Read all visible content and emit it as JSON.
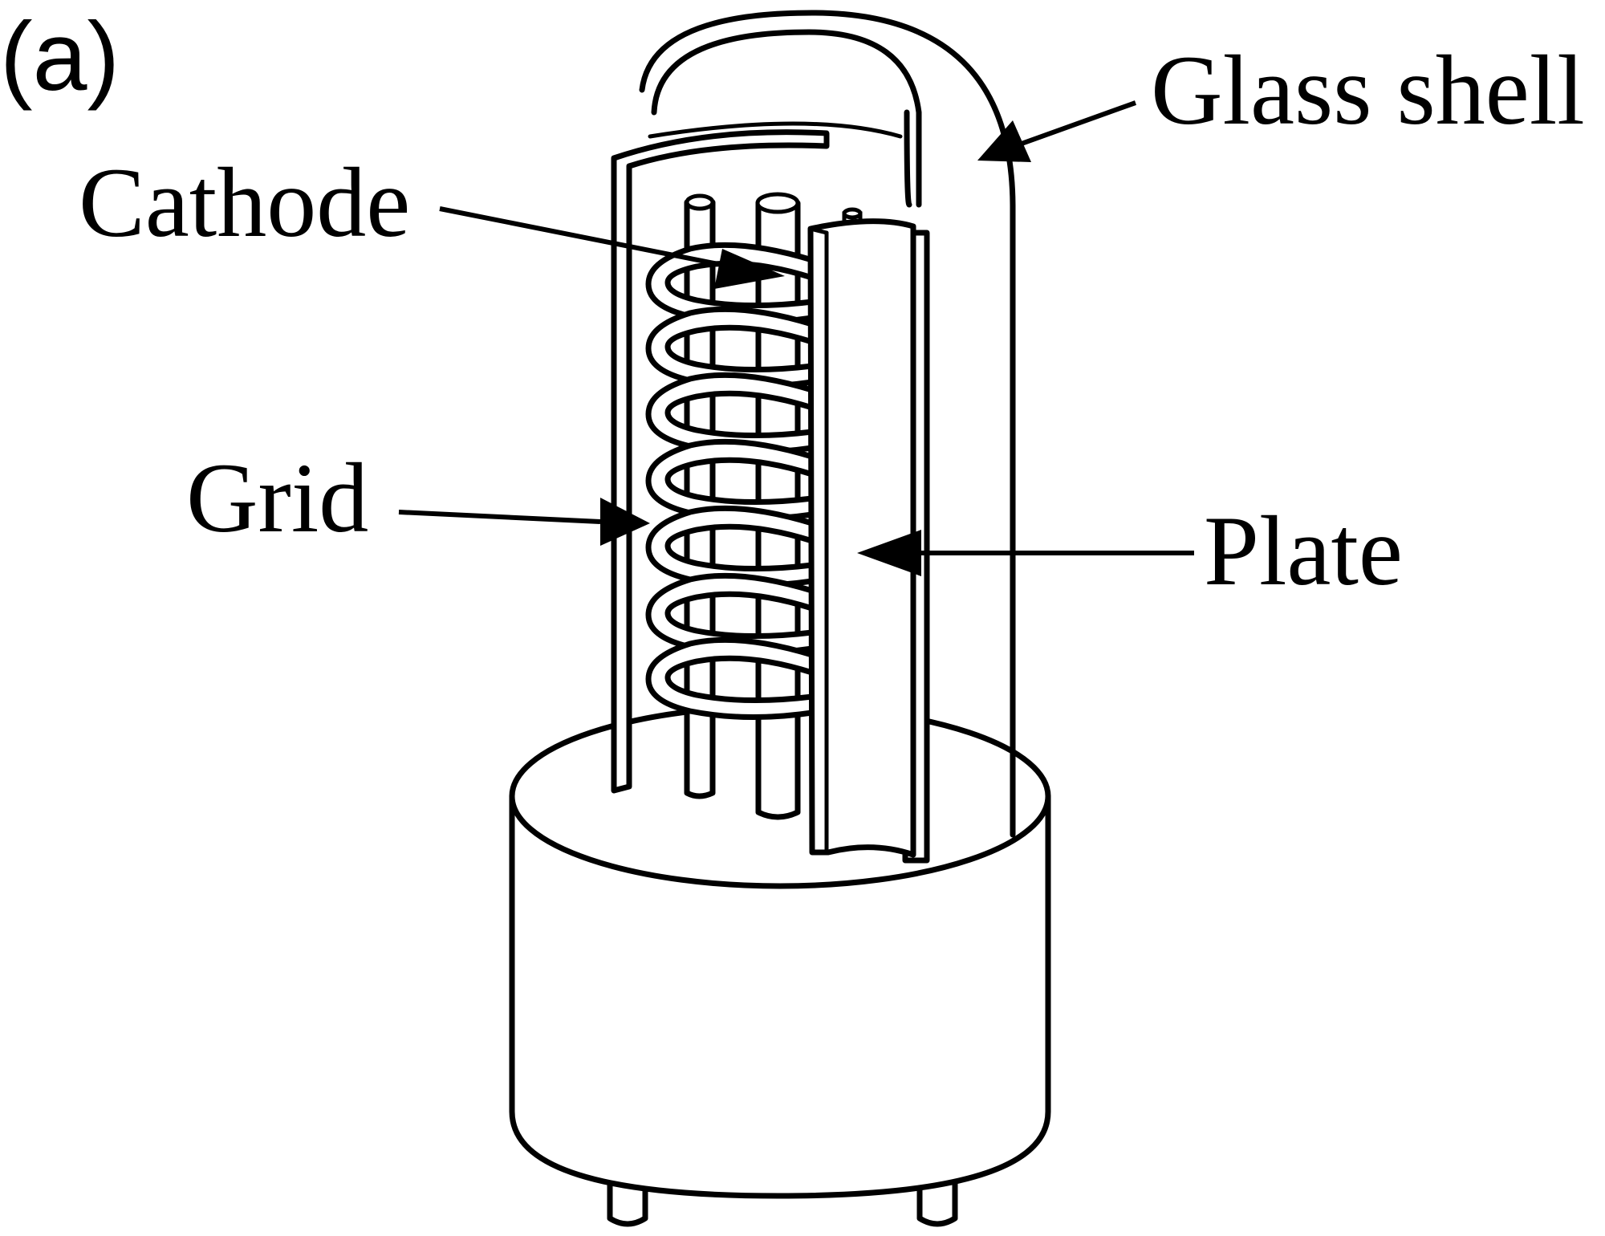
{
  "figure": {
    "panel_label": "(a)",
    "labels": {
      "glass_shell": "Glass shell",
      "cathode": "Cathode",
      "grid": "Grid",
      "plate": "Plate"
    }
  }
}
